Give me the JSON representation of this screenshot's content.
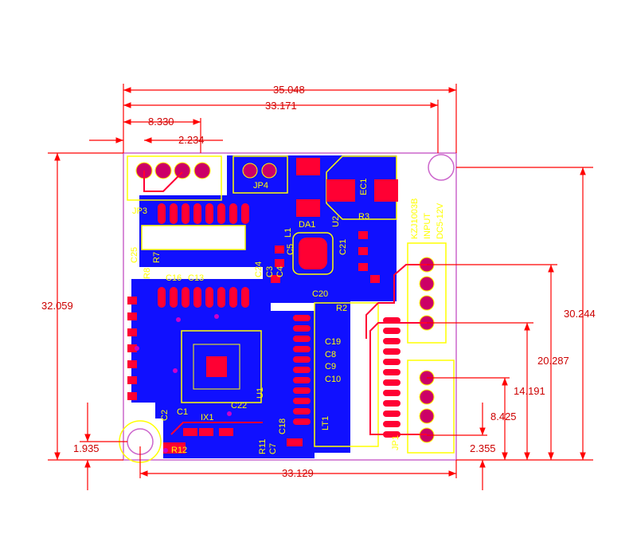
{
  "diagram": {
    "colors": {
      "dimension": "#ff0000",
      "board_outline": "#cc66cc",
      "copper": "#1010ff",
      "pad": "#ff0033",
      "silkscreen": "#ffff00",
      "via": "#cc00cc"
    },
    "dimensions": {
      "top_width": "35.048",
      "inner_width": "33.171",
      "left_offset": "8.330",
      "pin_pitch": "2.234",
      "left_height": "32.059",
      "right_height": "30.244",
      "mid_height": "20.287",
      "lower_height": "14.191",
      "bottom_height": "8.425",
      "bottom_left_offset": "1.935",
      "bottom_right_offset": "2.355",
      "bottom_width": "33.129"
    },
    "labels": {
      "jp3": "JP3",
      "jp4": "JP4",
      "ec1": "EC1",
      "r3": "R3",
      "u2": "U2",
      "da1": "DA1",
      "l1": "L1",
      "c21": "C21",
      "c24": "C24",
      "c3": "C3",
      "c4": "C4",
      "c5": "C5",
      "c20": "C20",
      "r2": "R2",
      "c19": "C19",
      "c8": "C8",
      "c9": "C9",
      "c10": "C10",
      "c18": "C18",
      "c7": "C7",
      "r11": "R11",
      "u1": "U1",
      "lt1": "LT1",
      "jp1": "JP1",
      "c22": "C22",
      "c1": "C1",
      "c2": "C2",
      "c16": "C16",
      "c13": "C13",
      "r8": "R8",
      "r7": "R7",
      "c25": "C25",
      "ix1": "IX1",
      "r12": "R12",
      "board_id": "KZJ1003B",
      "input": "INPUT",
      "voltage": "DC5-12V"
    }
  }
}
